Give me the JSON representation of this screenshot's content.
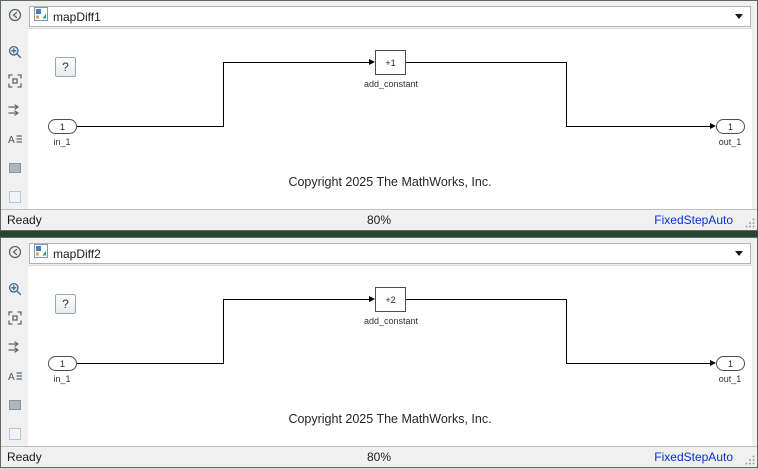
{
  "windows": [
    {
      "title": "mapDiff1",
      "help_button": "?",
      "inport": {
        "value": "1",
        "label": "in_1"
      },
      "block": {
        "value": "+1",
        "label": "add_constant"
      },
      "outport": {
        "value": "1",
        "label": "out_1"
      },
      "copyright": "Copyright 2025 The MathWorks, Inc.",
      "status": {
        "ready": "Ready",
        "zoom": "80%",
        "solver": "FixedStepAuto"
      }
    },
    {
      "title": "mapDiff2",
      "help_button": "?",
      "inport": {
        "value": "1",
        "label": "in_1"
      },
      "block": {
        "value": "+2",
        "label": "add_constant"
      },
      "outport": {
        "value": "1",
        "label": "out_1"
      },
      "copyright": "Copyright 2025 The MathWorks, Inc.",
      "status": {
        "ready": "Ready",
        "zoom": "80%",
        "solver": "FixedStepAuto"
      }
    }
  ],
  "side_toolbar": {
    "icons": [
      "explorer-toggle",
      "zoom-in",
      "fit-to-view",
      "route-arrows",
      "annotation",
      "image-box",
      "area-box"
    ]
  },
  "colors": {
    "solver_link": "#0033cc",
    "window_separator": "#2a4434",
    "canvas_background": "#ffffff",
    "chrome_background": "#f0f0f0"
  }
}
